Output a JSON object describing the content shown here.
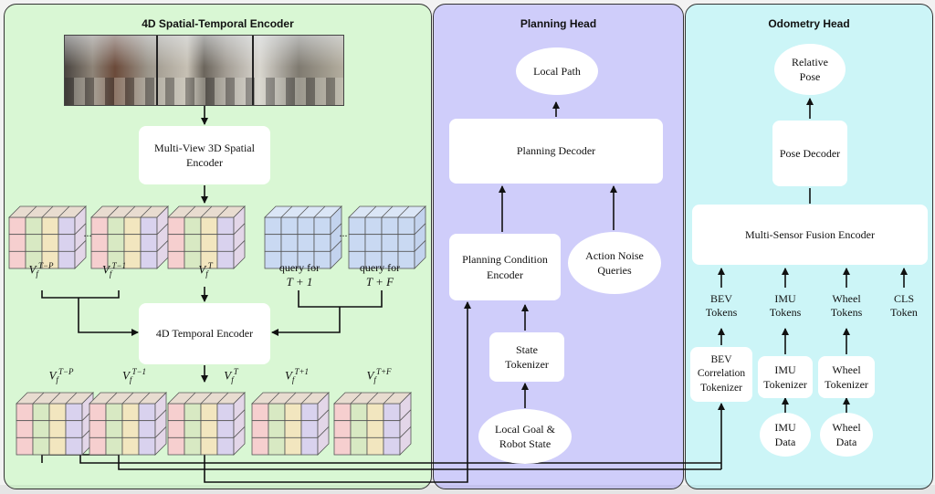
{
  "panels": {
    "encoder_title": "4D Spatial-Temporal Encoder",
    "planning_title": "Planning Head",
    "odometry_title": "Odometry Head"
  },
  "encoder": {
    "multiview": "Multi-View 3D Spatial Encoder",
    "temporal": "4D Temporal Encoder",
    "query_t1": "query for",
    "query_t1_math": "T + 1",
    "query_tf": "query for",
    "query_tf_math": "T + F",
    "ellipsis1": "...",
    "ellipsis2": "..."
  },
  "planning": {
    "local_path": "Local Path",
    "decoder": "Planning Decoder",
    "condition_encoder": "Planning Condition Encoder",
    "noise_queries": "Action Noise Queries",
    "state_tokenizer": "State Tokenizer",
    "local_goal": "Local Goal & Robot State"
  },
  "odometry": {
    "relative_pose": "Relative Pose",
    "pose_decoder": "Pose Decoder",
    "fusion_encoder": "Multi-Sensor Fusion Encoder",
    "bev_tokens": "BEV Tokens",
    "imu_tokens": "IMU Tokens",
    "wheel_tokens": "Wheel Tokens",
    "cls_token": "CLS Token",
    "bev_tokenizer": "BEV Correlation Tokenizer",
    "imu_tokenizer": "IMU Tokenizer",
    "wheel_tokenizer": "Wheel Tokenizer",
    "imu_data": "IMU Data",
    "wheel_data": "Wheel Data"
  },
  "colors": {
    "encoder_bg": "#d9f7d4",
    "planning_bg": "#cfcdfa",
    "odometry_bg": "#ccf5f7",
    "grid_warm": [
      "#f6cfcf",
      "#d8e9c3",
      "#f2e6bf",
      "#d9d2ee"
    ],
    "grid_blue": "#c9d9f2",
    "arrow": "#111111"
  }
}
